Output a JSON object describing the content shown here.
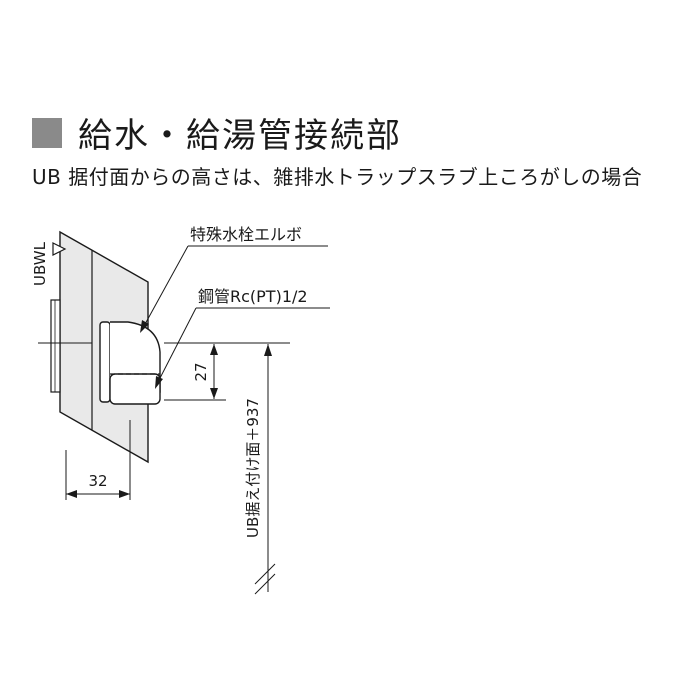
{
  "title": "給水・給湯管接続部",
  "subtitle": "UB 据付面からの高さは、雑排水トラップスラブ上ころがしの場合",
  "colors": {
    "title_marker": "#8a8a8a",
    "wall_fill": "#e9e9e9",
    "line": "#1a1a1a"
  },
  "diagram": {
    "level_mark": "UBWL",
    "elbow_label": "特殊水栓エルボ",
    "pipe_label": "鋼管Rc(PT)1/2",
    "dim_vertical": "27",
    "dim_horizontal": "32",
    "height_note": "UB据え付け面＋937"
  }
}
